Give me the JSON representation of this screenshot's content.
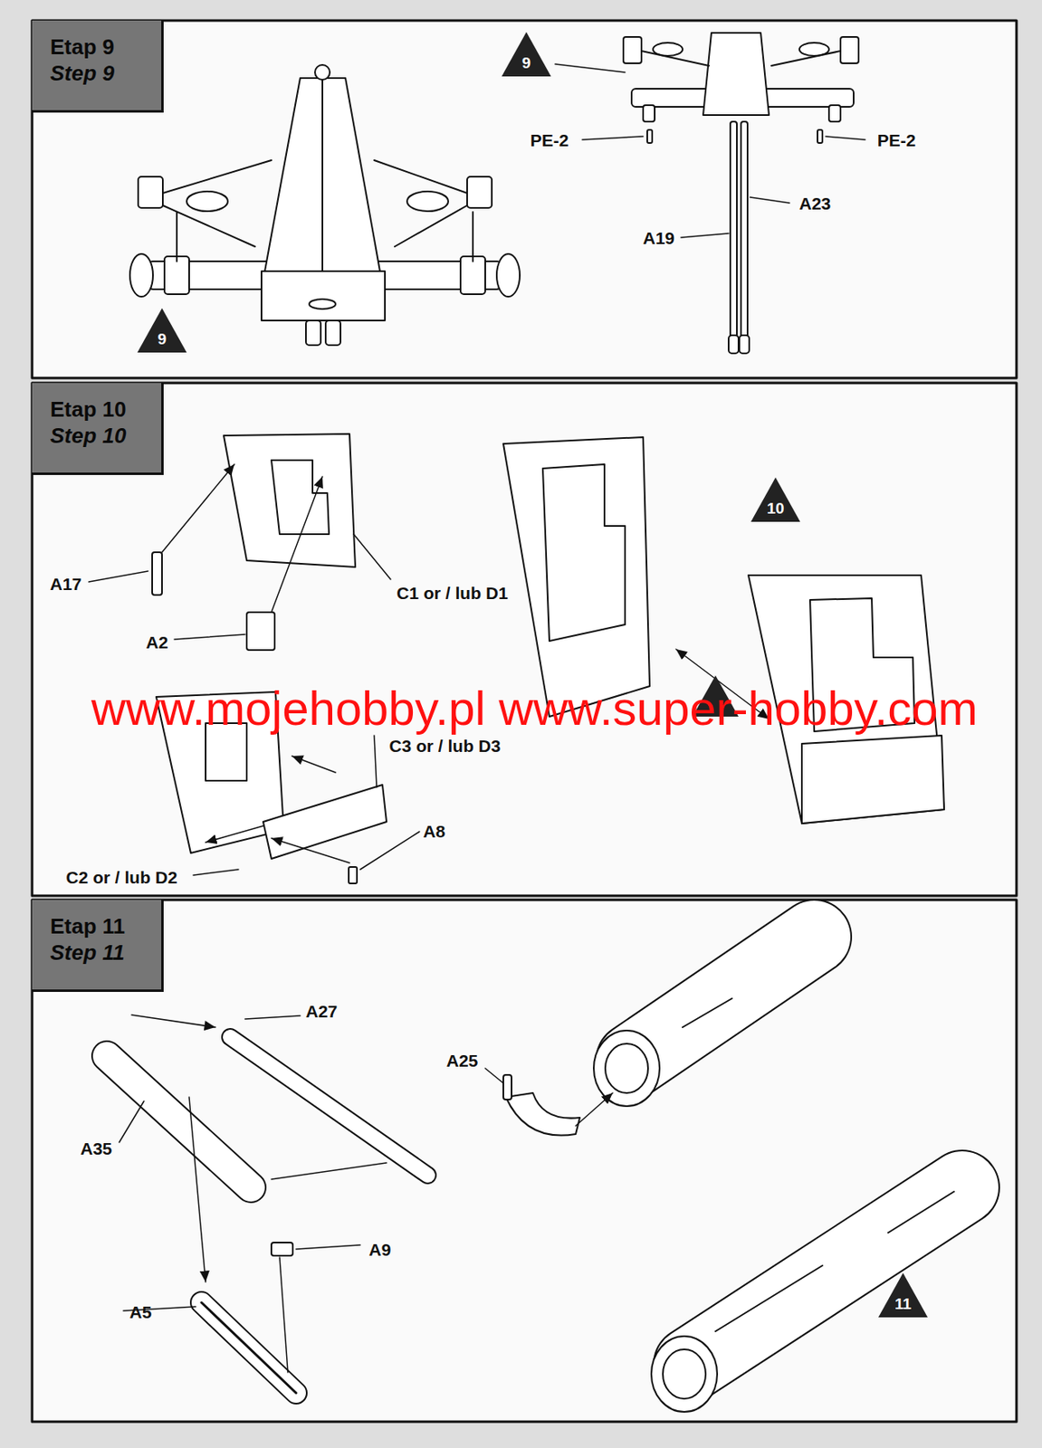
{
  "diagram": {
    "nodes": [
      {
        "text": [
          "Etap 9",
          "Step 9"
        ]
      },
      {
        "text": [
          "9"
        ]
      },
      {
        "text": [
          "9"
        ]
      },
      {
        "text": [
          "Etap 10",
          "Step 10"
        ]
      },
      {
        "text": [
          "10"
        ]
      },
      {
        "text": [
          "Etap 11",
          "Step 11"
        ]
      },
      {
        "text": [
          "11"
        ]
      }
    ],
    "labels": [
      "PE-2",
      "PE-2",
      "A23",
      "A19",
      "A17",
      "C1 or / lub D1",
      "A2",
      "C3 or / lub D3",
      "A8",
      "C2 or / lub D2",
      "A27",
      "A25",
      "A35",
      "A9",
      "A5",
      "www.mojehobby.pl www.super-hobby.com"
    ]
  }
}
